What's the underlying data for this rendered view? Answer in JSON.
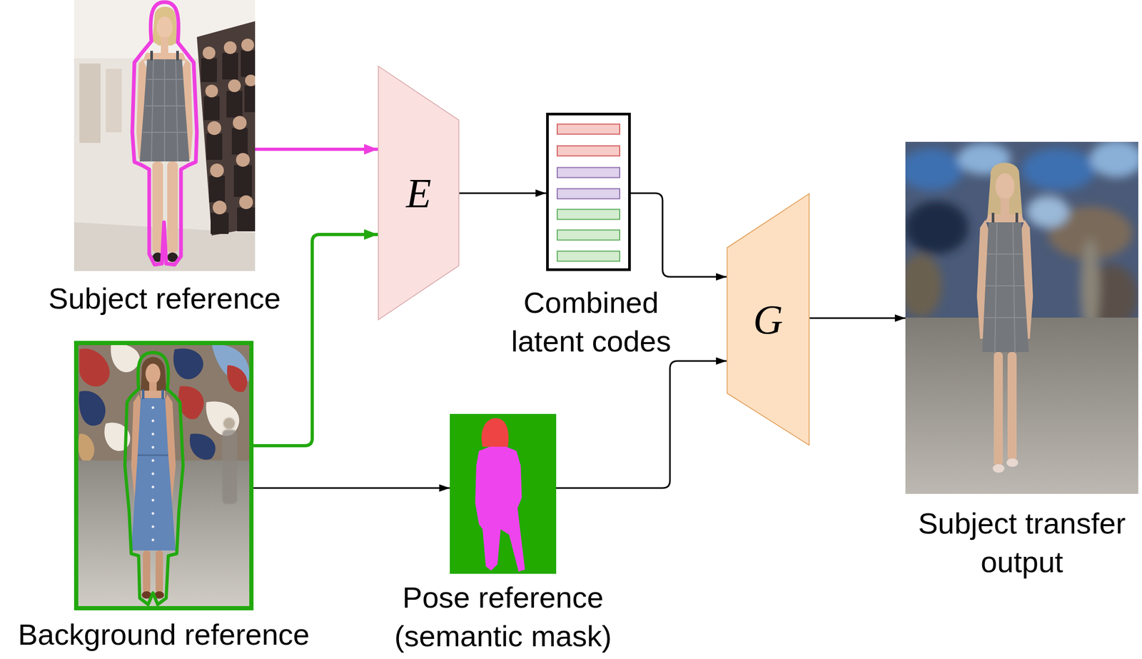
{
  "diagram": {
    "nodes": [
      {
        "text": [
          "Subject reference"
        ]
      },
      {
        "text": [
          "E"
        ]
      },
      {
        "text": [
          "Combined latent codes"
        ]
      },
      {
        "text": [
          "G"
        ]
      },
      {
        "text": [
          "Subject transfer output"
        ]
      },
      {
        "text": [
          "Background reference"
        ]
      },
      {
        "text": [
          "Pose reference (semantic mask)"
        ]
      }
    ],
    "edges": [
      {
        "from": 0,
        "to": 1,
        "arrow": "to"
      },
      {
        "from": 5,
        "to": 1,
        "arrow": "to"
      },
      {
        "from": 1,
        "to": 2,
        "arrow": "to"
      },
      {
        "from": 2,
        "to": 3,
        "arrow": "to"
      },
      {
        "from": 5,
        "to": 6,
        "arrow": "to"
      },
      {
        "from": 6,
        "to": 3,
        "arrow": "to"
      },
      {
        "from": 3,
        "to": 4,
        "arrow": "to"
      }
    ]
  }
}
